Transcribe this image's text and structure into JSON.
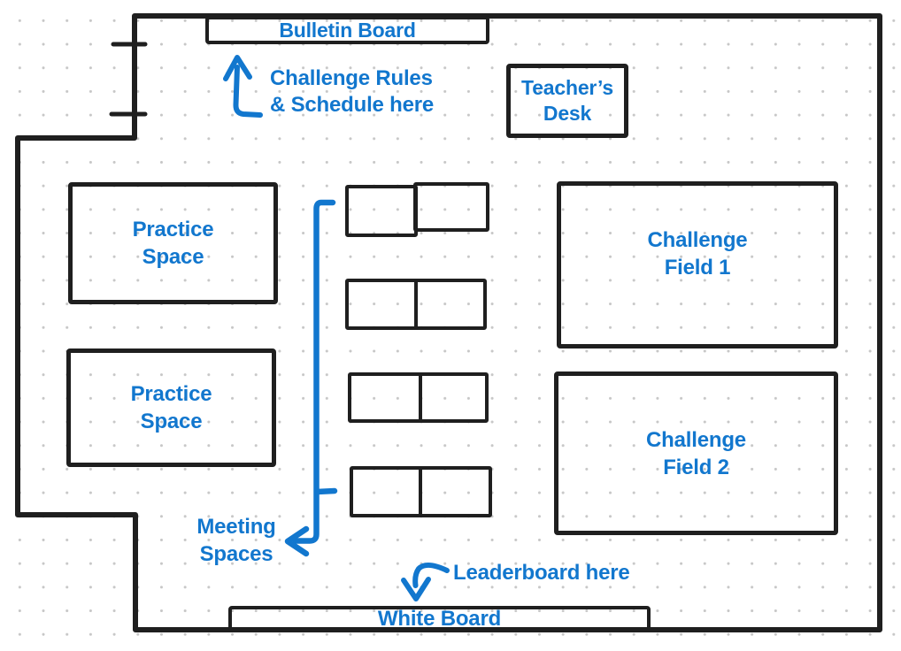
{
  "colors": {
    "accent_blue": "#1277CE",
    "wall_black": "#1F1F1F",
    "dot_grid_gray": "#C7C7C7"
  },
  "areas": {
    "bulletin_board": {
      "label": "Bulletin Board"
    },
    "teachers_desk": {
      "line1": "Teacher’s",
      "line2": "Desk"
    },
    "practice_space_1": {
      "line1": "Practice",
      "line2": "Space"
    },
    "practice_space_2": {
      "line1": "Practice",
      "line2": "Space"
    },
    "challenge_field_1": {
      "line1": "Challenge",
      "line2": "Field 1"
    },
    "challenge_field_2": {
      "line1": "Challenge",
      "line2": "Field 2"
    },
    "white_board": {
      "label": "White Board"
    },
    "meeting_tables": {
      "count": 4
    }
  },
  "annotations": {
    "challenge_rules": {
      "line1": "Challenge Rules",
      "line2": "& Schedule here"
    },
    "meeting_spaces": {
      "line1": "Meeting",
      "line2": "Spaces"
    },
    "leaderboard": {
      "label": "Leaderboard here"
    }
  }
}
